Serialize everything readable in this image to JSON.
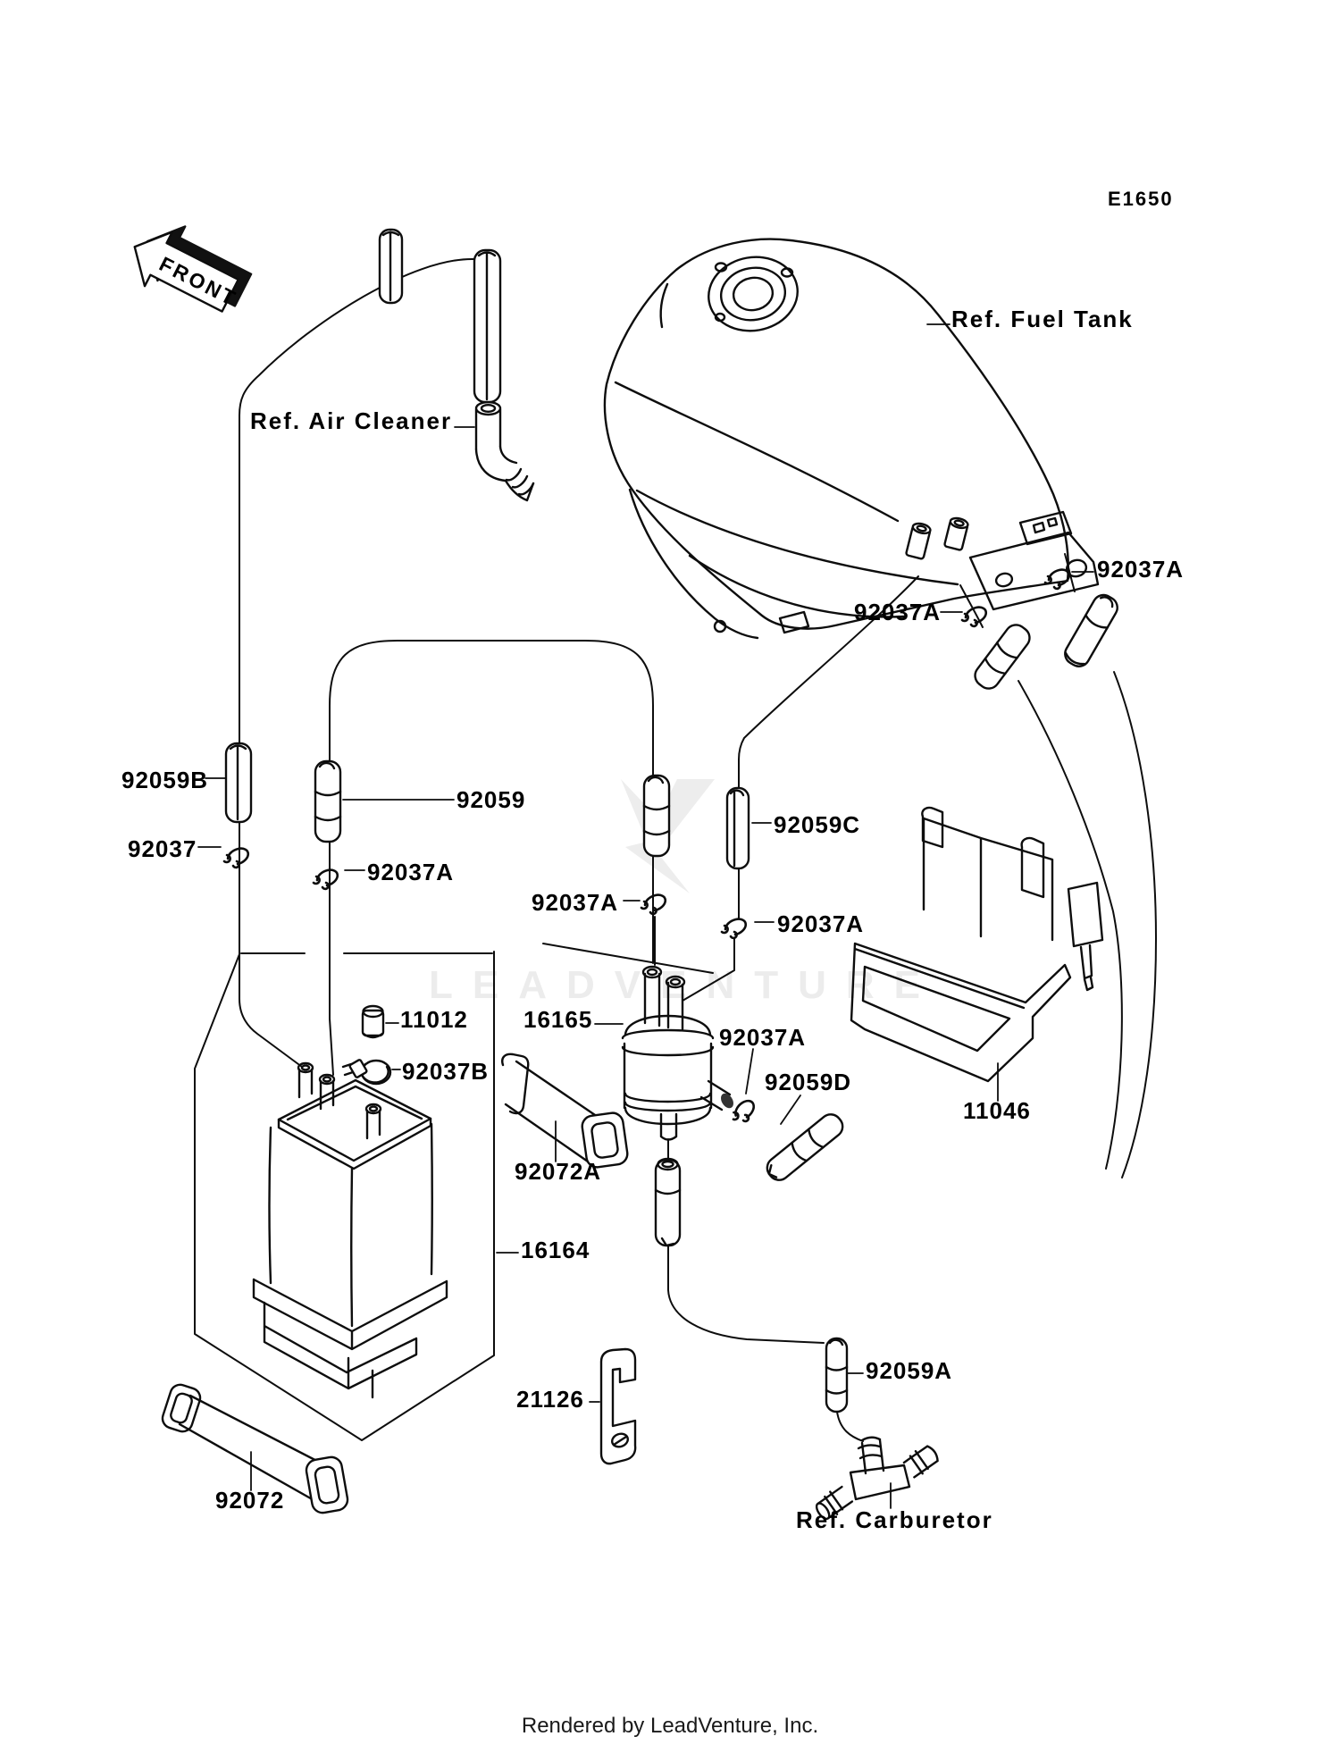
{
  "page": {
    "diagram_code": "E1650",
    "front_arrow": "FRONT",
    "watermark": "LEADVENTURE",
    "credit": "Rendered by LeadVenture, Inc."
  },
  "references": {
    "fuel_tank": "Ref. Fuel Tank",
    "air_cleaner": "Ref. Air Cleaner",
    "carburetor": "Ref. Carburetor"
  },
  "part_labels": [
    {
      "id": "92037A-tank-right",
      "text": "92037A"
    },
    {
      "id": "92037A-tank-left",
      "text": "92037A"
    },
    {
      "id": "92059B",
      "text": "92059B"
    },
    {
      "id": "92059",
      "text": "92059"
    },
    {
      "id": "92059C",
      "text": "92059C"
    },
    {
      "id": "92037",
      "text": "92037"
    },
    {
      "id": "92037A-canister-hose",
      "text": "92037A"
    },
    {
      "id": "92037A-filter-top",
      "text": "92037A"
    },
    {
      "id": "92037A-filter-right",
      "text": "92037A"
    },
    {
      "id": "11012",
      "text": "11012"
    },
    {
      "id": "16165",
      "text": "16165"
    },
    {
      "id": "92037B",
      "text": "92037B"
    },
    {
      "id": "92037A-filter-side",
      "text": "92037A"
    },
    {
      "id": "92059D",
      "text": "92059D"
    },
    {
      "id": "11046",
      "text": "11046"
    },
    {
      "id": "92072A",
      "text": "92072A"
    },
    {
      "id": "16164",
      "text": "16164"
    },
    {
      "id": "21126",
      "text": "21126"
    },
    {
      "id": "92059A",
      "text": "92059A"
    },
    {
      "id": "92072",
      "text": "92072"
    }
  ]
}
